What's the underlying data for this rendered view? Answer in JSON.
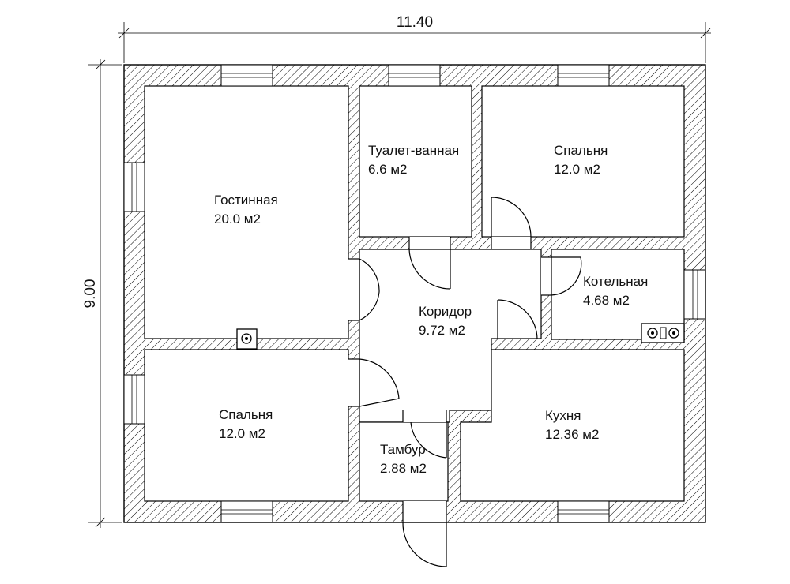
{
  "dimensions": {
    "width_label": "11.40",
    "height_label": "9.00"
  },
  "rooms": {
    "living": {
      "name": "Гостинная",
      "area": "20.0 м2"
    },
    "bath": {
      "name": "Туалет-ванная",
      "area": "6.6 м2"
    },
    "bedroom_top": {
      "name": "Спальня",
      "area": "12.0 м2"
    },
    "boiler": {
      "name": "Котельная",
      "area": "4.68 м2"
    },
    "corridor": {
      "name": "Коридор",
      "area": "9.72 м2"
    },
    "bedroom_bottom": {
      "name": "Спальня",
      "area": "12.0 м2"
    },
    "vestibule": {
      "name": "Тамбур",
      "area": "2.88 м2"
    },
    "kitchen": {
      "name": "Кухня",
      "area": "12.36 м2"
    }
  },
  "colors": {
    "wall_hatch": "#000000",
    "room_fill": "#ffffff",
    "text": "#111111"
  }
}
